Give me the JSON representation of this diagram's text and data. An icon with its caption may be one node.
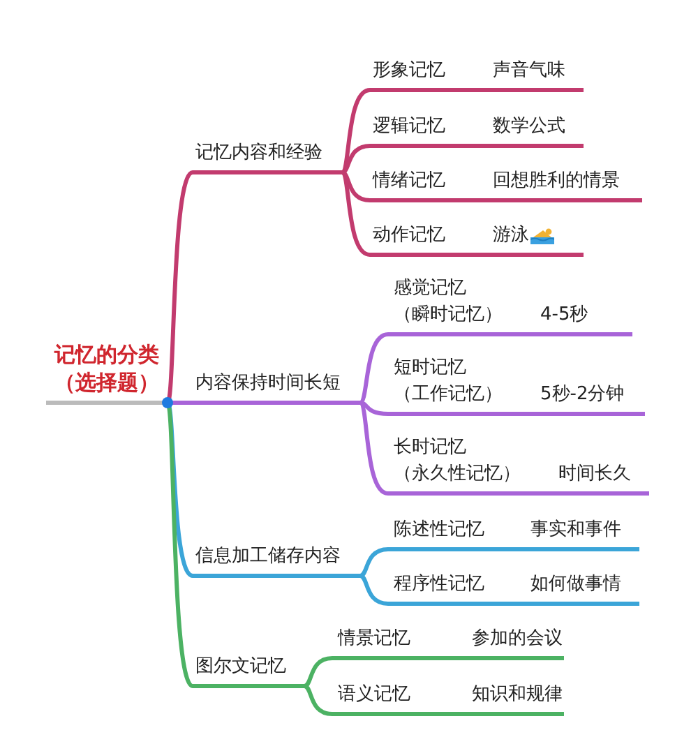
{
  "diagram": {
    "nodes": [
      {
        "text": [
          "记忆的分类（选择题）"
        ]
      },
      {
        "text": [
          "记忆内容和经验"
        ]
      },
      {
        "text": [
          "形象记忆"
        ]
      },
      {
        "text": [
          "声音气味"
        ]
      },
      {
        "text": [
          "逻辑记忆"
        ]
      },
      {
        "text": [
          "数学公式"
        ]
      },
      {
        "text": [
          "情绪记忆"
        ]
      },
      {
        "text": [
          "回想胜利的情景"
        ]
      },
      {
        "text": [
          "动作记忆"
        ]
      },
      {
        "text": [
          "游泳"
        ]
      },
      {
        "text": [
          "内容保持时间长短"
        ]
      },
      {
        "text": [
          "感觉记忆",
          "（瞬时记忆）"
        ]
      },
      {
        "text": [
          "4-5秒"
        ]
      },
      {
        "text": [
          "短时记忆",
          "（工作记忆）"
        ]
      },
      {
        "text": [
          "5秒-2分钟"
        ]
      },
      {
        "text": [
          "长时记忆",
          "（永久性记忆）"
        ]
      },
      {
        "text": [
          "时间长久"
        ]
      },
      {
        "text": [
          "信息加工储存内容"
        ]
      },
      {
        "text": [
          "陈述性记忆"
        ]
      },
      {
        "text": [
          "事实和事件"
        ]
      },
      {
        "text": [
          "程序性记忆"
        ]
      },
      {
        "text": [
          "如何做事情"
        ]
      },
      {
        "text": [
          "图尔文记忆"
        ]
      },
      {
        "text": [
          "情景记忆"
        ]
      },
      {
        "text": [
          "参加的会议"
        ]
      },
      {
        "text": [
          "语义记忆"
        ]
      },
      {
        "text": [
          "知识和规律"
        ]
      }
    ],
    "edges": [
      {
        "from": 0,
        "to": 1,
        "arrow": "none",
        "color": "#c23b6e"
      },
      {
        "from": 1,
        "to": 2,
        "arrow": "none",
        "color": "#c23b6e"
      },
      {
        "from": 2,
        "to": 3,
        "arrow": "none",
        "color": "#c23b6e"
      },
      {
        "from": 1,
        "to": 4,
        "arrow": "none",
        "color": "#c23b6e"
      },
      {
        "from": 4,
        "to": 5,
        "arrow": "none",
        "color": "#c23b6e"
      },
      {
        "from": 1,
        "to": 6,
        "arrow": "none",
        "color": "#c23b6e"
      },
      {
        "from": 6,
        "to": 7,
        "arrow": "none",
        "color": "#c23b6e"
      },
      {
        "from": 1,
        "to": 8,
        "arrow": "none",
        "color": "#c23b6e"
      },
      {
        "from": 8,
        "to": 9,
        "arrow": "none",
        "color": "#c23b6e"
      },
      {
        "from": 0,
        "to": 10,
        "arrow": "none",
        "color": "#a864d8"
      },
      {
        "from": 10,
        "to": 11,
        "arrow": "none",
        "color": "#a864d8"
      },
      {
        "from": 11,
        "to": 12,
        "arrow": "none",
        "color": "#a864d8"
      },
      {
        "from": 10,
        "to": 13,
        "arrow": "none",
        "color": "#a864d8"
      },
      {
        "from": 13,
        "to": 14,
        "arrow": "none",
        "color": "#a864d8"
      },
      {
        "from": 10,
        "to": 15,
        "arrow": "none",
        "color": "#a864d8"
      },
      {
        "from": 15,
        "to": 16,
        "arrow": "none",
        "color": "#a864d8"
      },
      {
        "from": 0,
        "to": 17,
        "arrow": "none",
        "color": "#3ba5d8"
      },
      {
        "from": 17,
        "to": 18,
        "arrow": "none",
        "color": "#3ba5d8"
      },
      {
        "from": 18,
        "to": 19,
        "arrow": "none",
        "color": "#3ba5d8"
      },
      {
        "from": 17,
        "to": 20,
        "arrow": "none",
        "color": "#3ba5d8"
      },
      {
        "from": 20,
        "to": 21,
        "arrow": "none",
        "color": "#3ba5d8"
      },
      {
        "from": 0,
        "to": 22,
        "arrow": "none",
        "color": "#4cb263"
      },
      {
        "from": 22,
        "to": 23,
        "arrow": "none",
        "color": "#4cb263"
      },
      {
        "from": 23,
        "to": 24,
        "arrow": "none",
        "color": "#4cb263"
      },
      {
        "from": 22,
        "to": 25,
        "arrow": "none",
        "color": "#4cb263"
      },
      {
        "from": 25,
        "to": 26,
        "arrow": "none",
        "color": "#4cb263"
      }
    ]
  }
}
